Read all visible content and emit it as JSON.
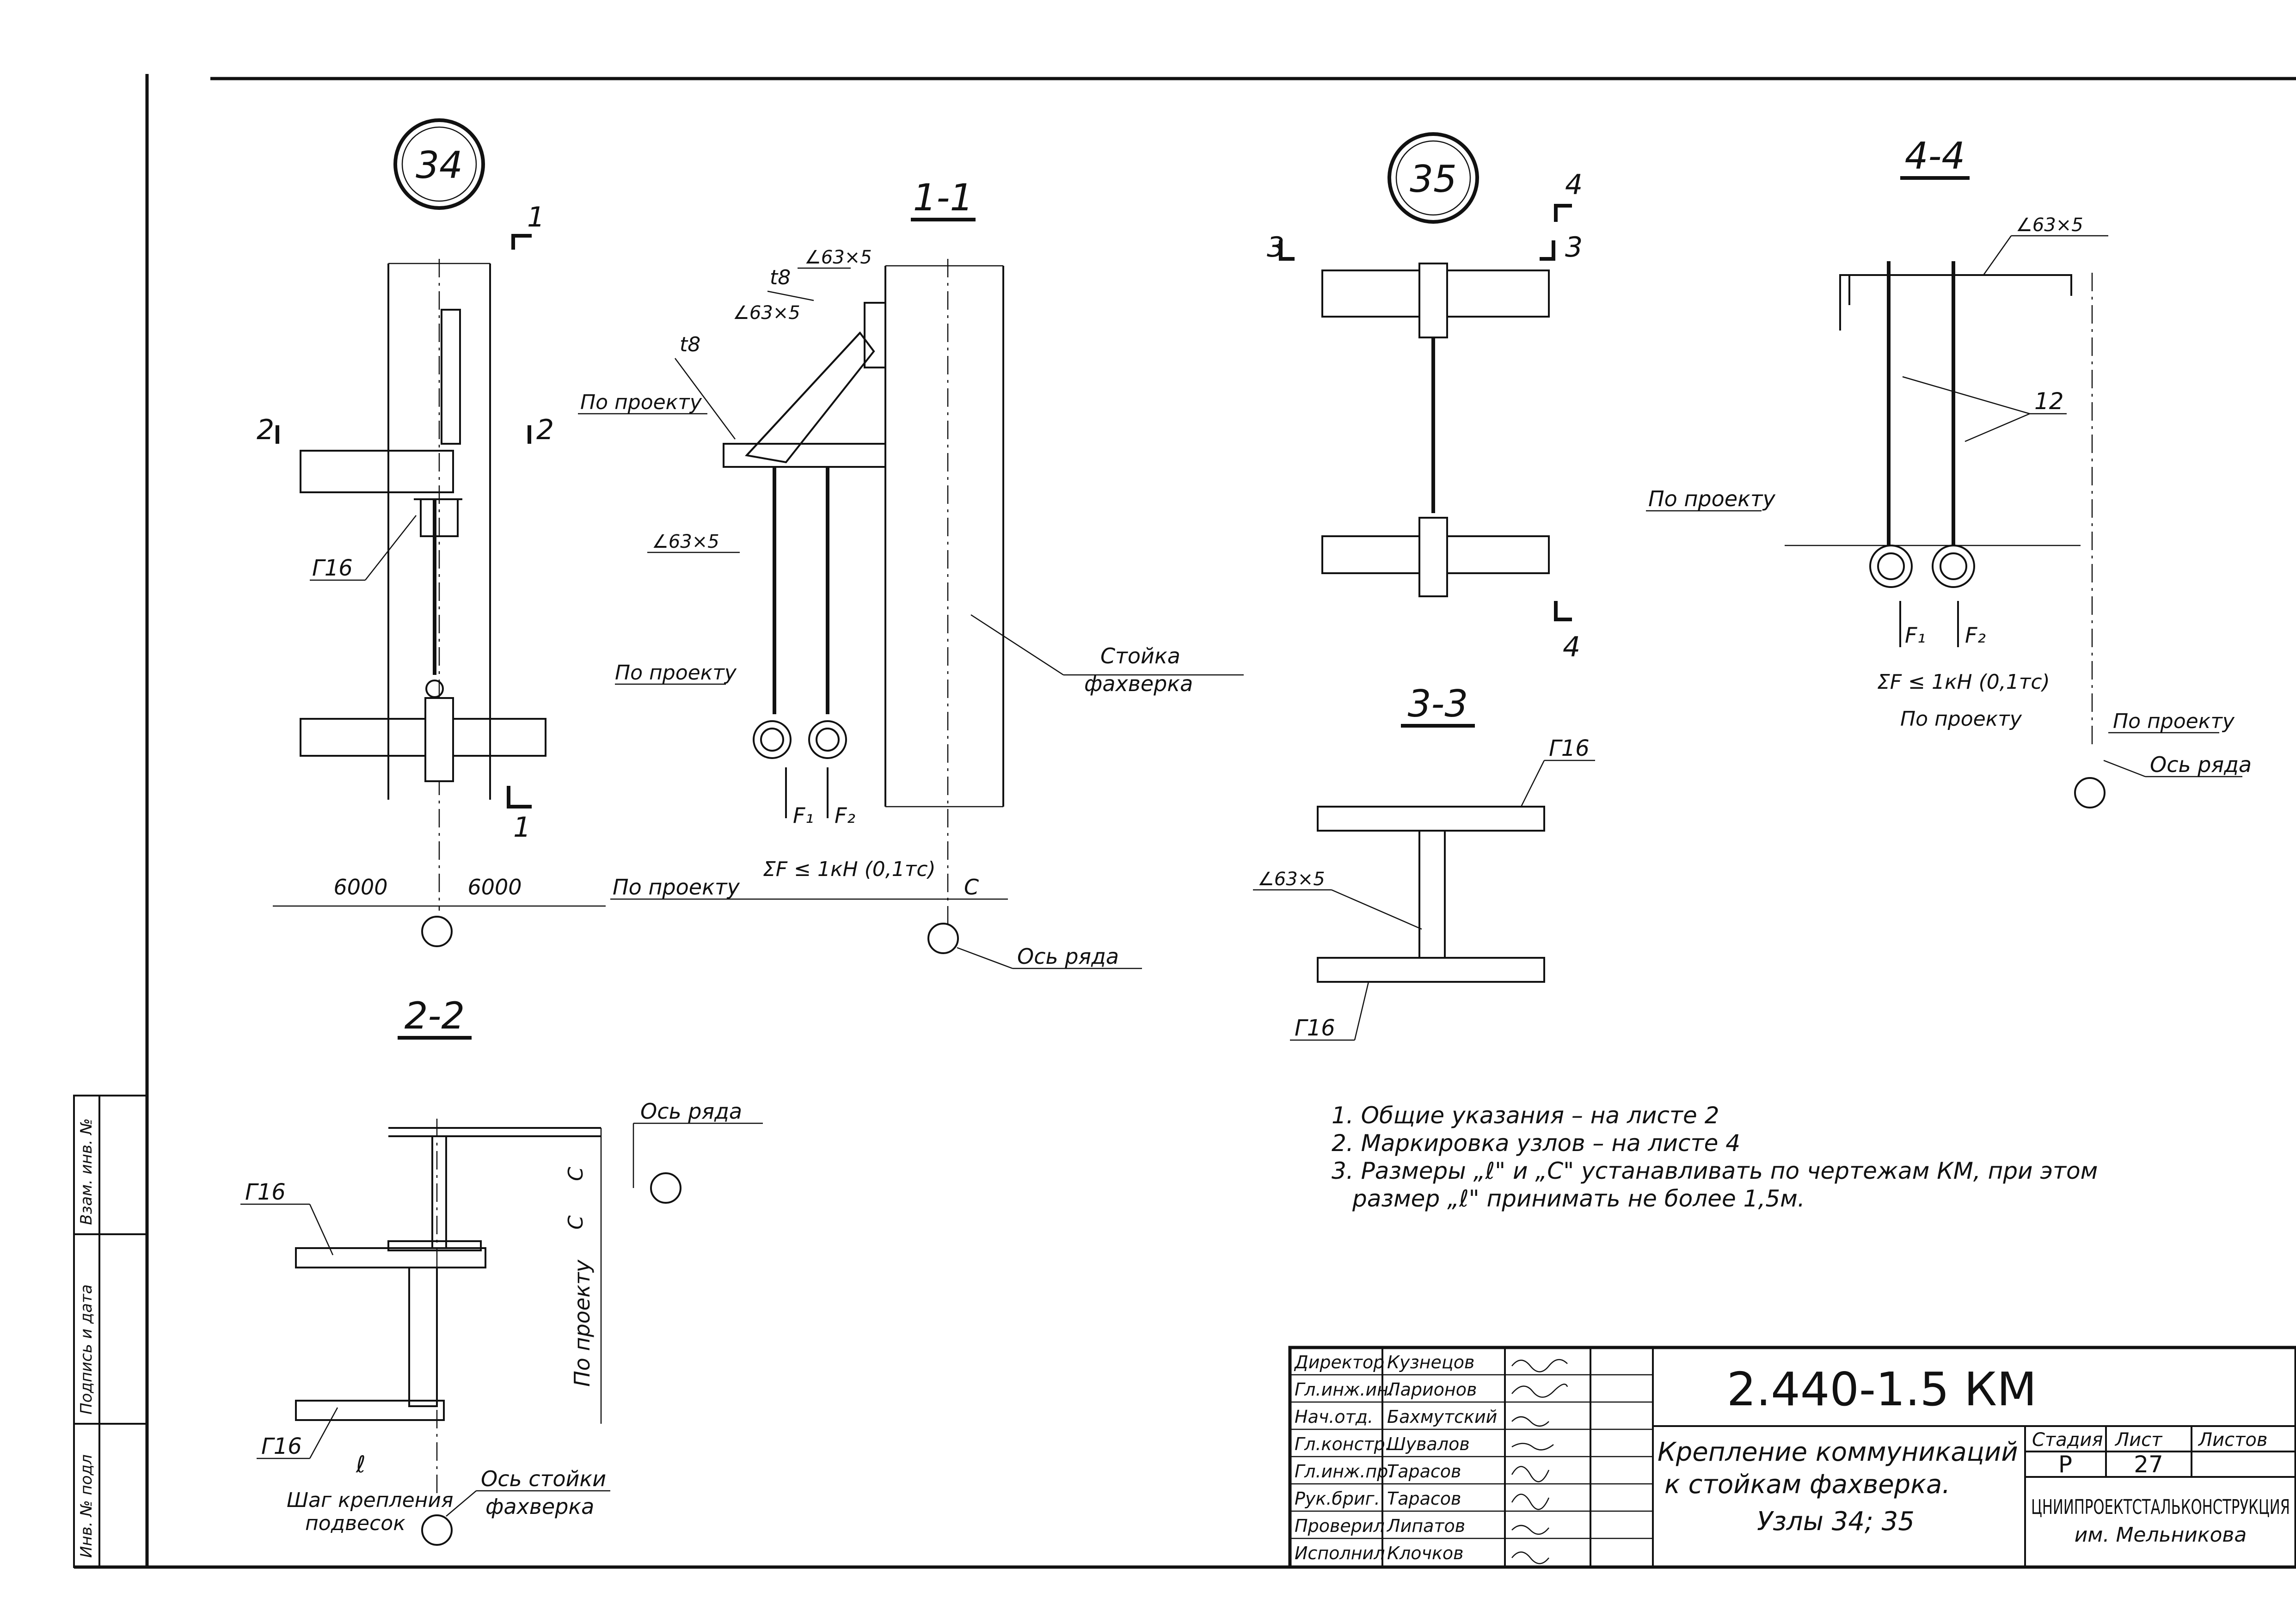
{
  "nodes": {
    "node34": "34",
    "node35": "35"
  },
  "sections": {
    "s11": "1-1",
    "s22": "2-2",
    "s33": "3-3",
    "s44": "4-4"
  },
  "marks": {
    "one": "1",
    "two": "2",
    "three": "3",
    "four": "4"
  },
  "labels": {
    "angle": "∠63×5",
    "channel": "Г16",
    "plate": "t8",
    "by_project": "По проекту",
    "row_axis": "Ось ряда",
    "post_axis": "Ось стойки",
    "fachwerk": "фахверка",
    "post": "Стойка",
    "dim_6000": "6000",
    "dim_c": "С",
    "dim_l": "ℓ",
    "pitch_1": "Шаг крепления",
    "pitch_2": "подвесок",
    "f1": "F₁",
    "f2": "F₂",
    "sum_f": "ΣF ≤ 1кН (0,1тс)",
    "num_12": "12"
  },
  "notes": [
    "1. Общие указания – на листе 2",
    "2. Маркировка узлов – на листе 4",
    "3. Размеры „ℓ\" и „С\" устанавливать по чертежам КМ, при этом",
    "размер „ℓ\" принимать не более 1,5м."
  ],
  "title_block": {
    "roles": [
      "Директор",
      "Гл.инж.ин.",
      "Нач.отд.",
      "Гл.констр.",
      "Гл.инж.пр.",
      "Рук.бриг.",
      "Проверил",
      "Исполнил"
    ],
    "names": [
      "Кузнецов",
      "Ларионов",
      "Бахмутский",
      "Шувалов",
      "Тарасов",
      "Тарасов",
      "Липатов",
      "Клочков"
    ],
    "code": "2.440-1.5 КМ",
    "title_lines": [
      "Крепление коммуникаций",
      "к стойкам фахверка.",
      "Узлы 34; 35"
    ],
    "stage_label": "Стадия",
    "sheet_label": "Лист",
    "sheets_label": "Листов",
    "stage": "Р",
    "sheet": "27",
    "org_1": "ЦНИИПРОЕКТСТАЛЬКОНСТРУКЦИЯ",
    "org_2": "им. Мельникова"
  },
  "side_stamp": [
    "Взам. инв. №",
    "Подпись и дата",
    "Инв. № подл"
  ]
}
